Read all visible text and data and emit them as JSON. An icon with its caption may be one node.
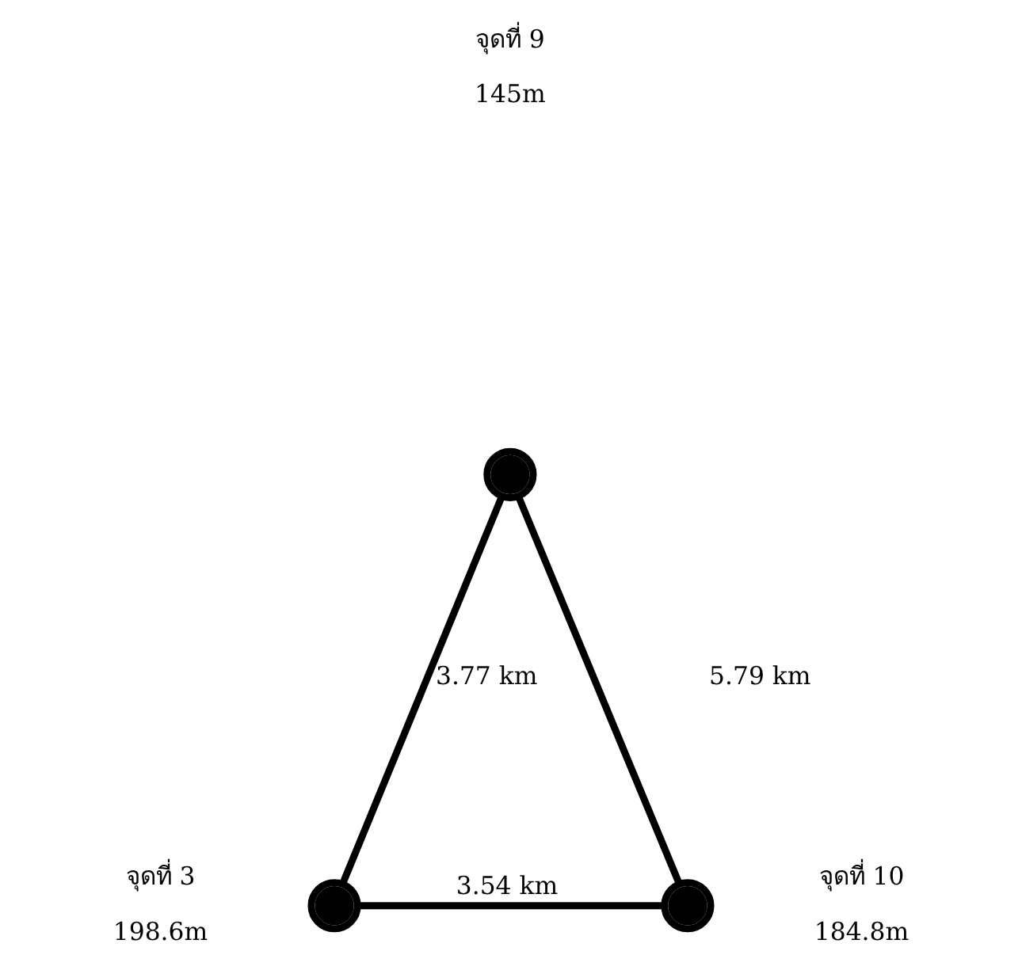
{
  "diagram": {
    "nodes": [
      {
        "text": [],
        "shape": "circle",
        "beside": [
          "จุดที่ 9",
          "145m"
        ]
      },
      {
        "text": [],
        "shape": "circle",
        "beside": [
          "จุดที่ 10",
          "184.8m"
        ]
      },
      {
        "text": [],
        "shape": "circle",
        "beside": [
          "จุดที่ 3",
          "198.6m"
        ]
      }
    ],
    "edges": [
      {
        "from": 2,
        "to": 0,
        "arrow": "none",
        "label": "3.77 km"
      },
      {
        "from": 0,
        "to": 1,
        "arrow": "none",
        "label": "5.79 km"
      },
      {
        "from": 2,
        "to": 1,
        "arrow": "none",
        "label": "3.54 km"
      }
    ]
  }
}
